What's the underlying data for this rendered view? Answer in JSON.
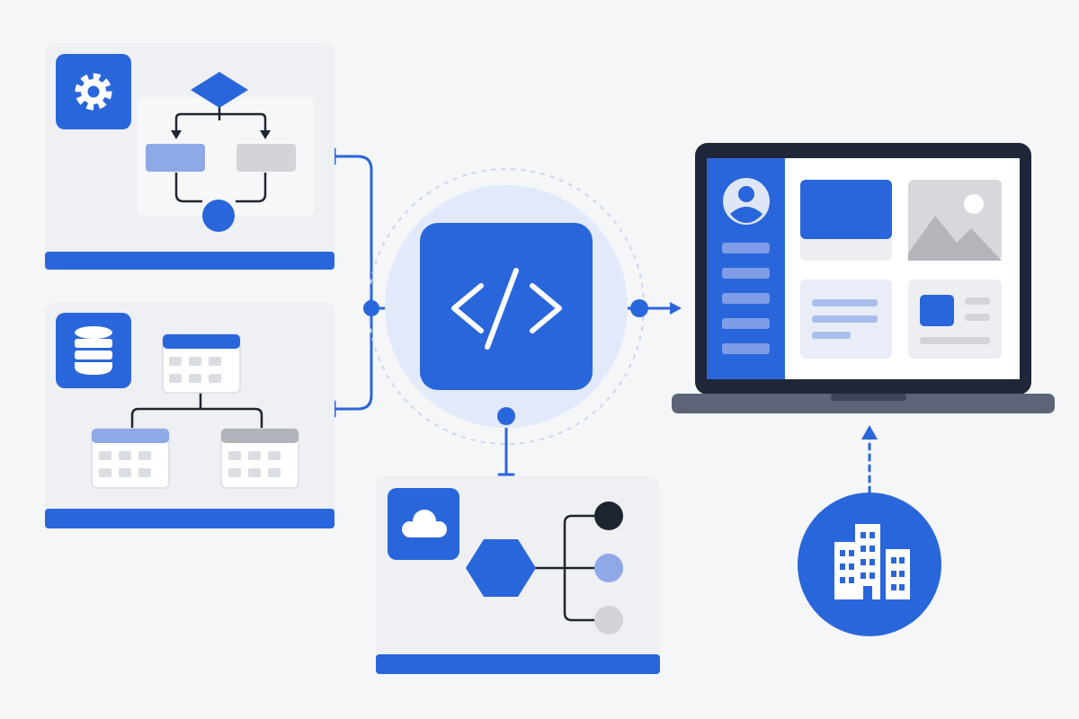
{
  "diagram": {
    "nodes": [
      {
        "id": "process-flow-panel",
        "icon": "gear-icon",
        "kind": "flowchart"
      },
      {
        "id": "database-schema-panel",
        "icon": "database-icon",
        "kind": "table-hierarchy"
      },
      {
        "id": "code-hub",
        "icon": "code-brackets-icon",
        "kind": "central-integration"
      },
      {
        "id": "cloud-network-panel",
        "icon": "cloud-icon",
        "kind": "node-graph"
      },
      {
        "id": "laptop-dashboard",
        "icon": "laptop-icon",
        "kind": "user-interface"
      },
      {
        "id": "organization",
        "icon": "building-icon",
        "kind": "enterprise"
      }
    ],
    "edges": [
      {
        "from": "process-flow-panel",
        "to": "code-hub"
      },
      {
        "from": "database-schema-panel",
        "to": "code-hub"
      },
      {
        "from": "cloud-network-panel",
        "to": "code-hub"
      },
      {
        "from": "code-hub",
        "to": "laptop-dashboard",
        "arrow": true
      },
      {
        "from": "organization",
        "to": "laptop-dashboard",
        "arrow": true,
        "style": "dashed"
      }
    ]
  },
  "colors": {
    "background": "#f5f6f7",
    "primary": "#2a66db",
    "primary_light": "#8fa9e6",
    "panel": "#eef0f3",
    "panel_inner": "#f7f8f9",
    "gray": "#d2d4d8",
    "dark": "#1f2530",
    "laptop_frame": "#1f2638",
    "laptop_base": "#5d6478",
    "halo": "#e2e9fa"
  }
}
